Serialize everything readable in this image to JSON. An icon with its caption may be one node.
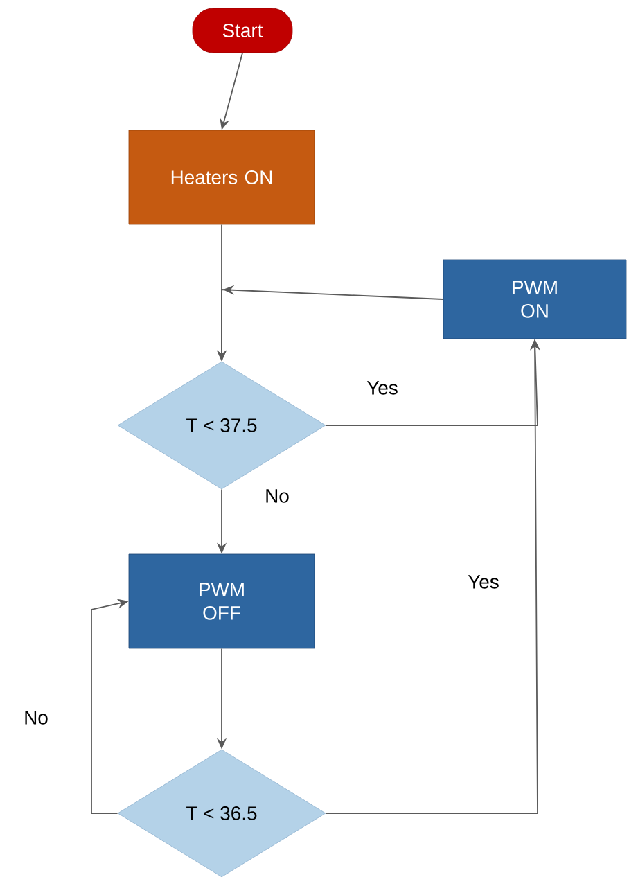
{
  "diagram": {
    "nodes": [
      {
        "text": [
          "Start"
        ]
      },
      {
        "text": [
          "Heaters ON"
        ]
      },
      {
        "text": [
          "PWM ON"
        ]
      },
      {
        "text": [
          "T < 37.5"
        ]
      },
      {
        "text": [
          "PWM OFF"
        ]
      },
      {
        "text": [
          "T < 36.5"
        ]
      }
    ],
    "edges": [
      {
        "from": 0,
        "to": 1,
        "arrow": "to"
      },
      {
        "from": 1,
        "to": 3,
        "arrow": "to"
      },
      {
        "from": 2,
        "to": 3,
        "arrow": "to"
      },
      {
        "from": 3,
        "to": 2,
        "arrow": "to",
        "label": "Yes"
      },
      {
        "from": 3,
        "to": 4,
        "arrow": "to",
        "label": "No"
      },
      {
        "from": 4,
        "to": 5,
        "arrow": "to"
      },
      {
        "from": 5,
        "to": 4,
        "arrow": "to",
        "label": "No"
      },
      {
        "from": 5,
        "to": 2,
        "arrow": "to",
        "label": "Yes"
      }
    ]
  }
}
